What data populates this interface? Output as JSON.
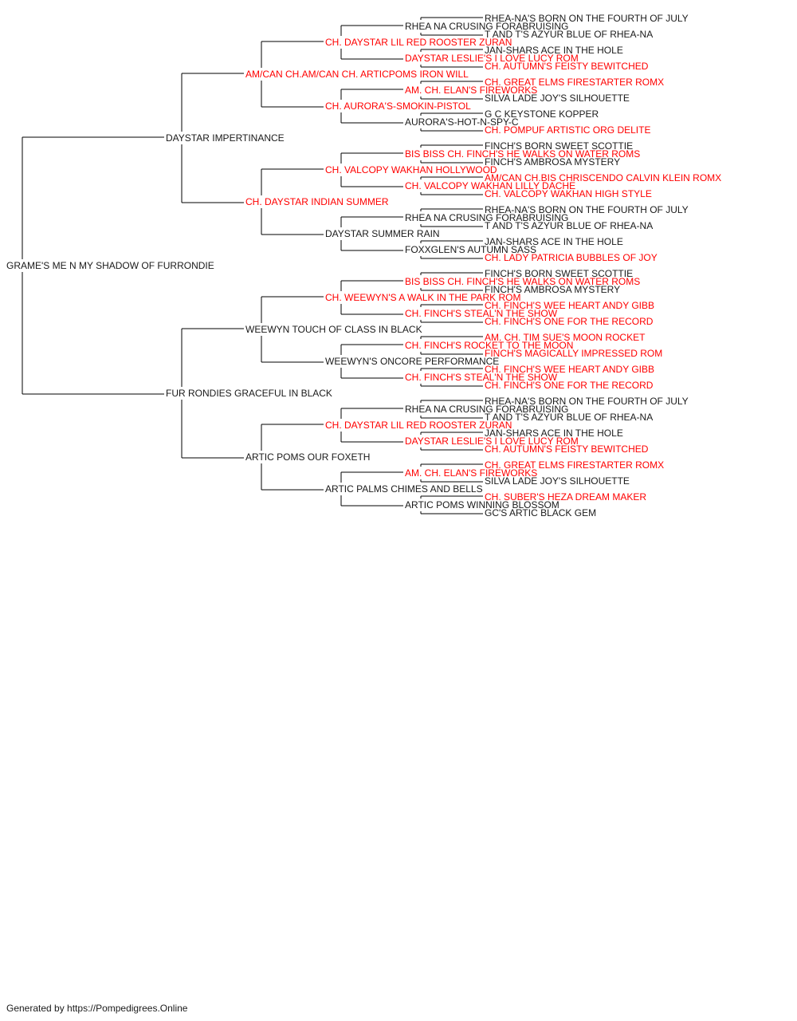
{
  "colors": {
    "champion": "#ff0000",
    "normal": "#1a1a1a",
    "line": "#000000"
  },
  "pedigree": {
    "name": "GRAME'S ME N MY SHADOW OF FURRONDIE",
    "champion": false,
    "sire": {
      "name": "DAYSTAR IMPERTINANCE",
      "champion": false,
      "sire": {
        "name": "AM/CAN CH.AM/CAN CH. ARTICPOMS IRON WILL",
        "champion": true,
        "sire": {
          "name": "CH. DAYSTAR LIL RED ROOSTER ZURAN",
          "champion": true,
          "sire": {
            "name": "RHEA NA CRUSING FORABRUISING",
            "champion": false,
            "sire": {
              "name": "RHEA-NA'S BORN ON THE FOURTH OF JULY",
              "champion": false
            },
            "dam": {
              "name": "T AND T'S AZYUR BLUE OF RHEA-NA",
              "champion": false
            }
          },
          "dam": {
            "name": "DAYSTAR LESLIE'S I LOVE LUCY ROM",
            "champion": true,
            "sire": {
              "name": "JAN-SHARS ACE IN THE HOLE",
              "champion": false
            },
            "dam": {
              "name": "CH. AUTUMN'S FEISTY BEWITCHED",
              "champion": true
            }
          }
        },
        "dam": {
          "name": "CH. AURORA'S-SMOKIN-PISTOL",
          "champion": true,
          "sire": {
            "name": "AM. CH. ELAN'S FIREWORKS",
            "champion": true,
            "sire": {
              "name": "CH. GREAT ELMS FIRESTARTER ROMX",
              "champion": true
            },
            "dam": {
              "name": "SILVA LADE JOY'S SILHOUETTE",
              "champion": false
            }
          },
          "dam": {
            "name": "AURORA'S-HOT-N-SPY-C",
            "champion": false,
            "sire": {
              "name": "G C KEYSTONE KOPPER",
              "champion": false
            },
            "dam": {
              "name": "CH. POMPUF ARTISTIC ORG DELITE",
              "champion": true
            }
          }
        }
      },
      "dam": {
        "name": "CH. DAYSTAR INDIAN SUMMER",
        "champion": true,
        "sire": {
          "name": "CH. VALCOPY WAKHAN HOLLYWOOD",
          "champion": true,
          "sire": {
            "name": "BIS BISS CH. FINCH'S HE WALKS ON WATER ROMS",
            "champion": true,
            "sire": {
              "name": "FINCH'S BORN SWEET SCOTTIE",
              "champion": false
            },
            "dam": {
              "name": "FINCH'S AMBROSA MYSTERY",
              "champion": false
            }
          },
          "dam": {
            "name": "CH. VALCOPY WAKHAN LILLY DACHE",
            "champion": true,
            "sire": {
              "name": "AM/CAN CH.BIS CHRISCENDO CALVIN KLEIN ROMX",
              "champion": true
            },
            "dam": {
              "name": "CH. VALCOPY WAKHAN HIGH STYLE",
              "champion": true
            }
          }
        },
        "dam": {
          "name": "DAYSTAR SUMMER RAIN",
          "champion": false,
          "sire": {
            "name": "RHEA NA CRUSING FORABRUISING",
            "champion": false,
            "sire": {
              "name": "RHEA-NA'S BORN ON THE FOURTH OF JULY",
              "champion": false
            },
            "dam": {
              "name": "T AND T'S AZYUR BLUE OF RHEA-NA",
              "champion": false
            }
          },
          "dam": {
            "name": "FOXXGLEN'S AUTUMN SASS",
            "champion": false,
            "sire": {
              "name": "JAN-SHARS ACE IN THE HOLE",
              "champion": false
            },
            "dam": {
              "name": "CH. LADY PATRICIA BUBBLES OF JOY",
              "champion": true
            }
          }
        }
      }
    },
    "dam": {
      "name": "FUR RONDIES GRACEFUL IN BLACK",
      "champion": false,
      "sire": {
        "name": "WEEWYN TOUCH OF CLASS IN BLACK",
        "champion": false,
        "sire": {
          "name": "CH. WEEWYN'S A WALK IN THE PARK ROM",
          "champion": true,
          "sire": {
            "name": "BIS BISS CH. FINCH'S HE WALKS ON WATER ROMS",
            "champion": true,
            "sire": {
              "name": "FINCH'S BORN SWEET SCOTTIE",
              "champion": false
            },
            "dam": {
              "name": "FINCH'S AMBROSA MYSTERY",
              "champion": false
            }
          },
          "dam": {
            "name": "CH. FINCH'S STEAL'N THE SHOW",
            "champion": true,
            "sire": {
              "name": "CH. FINCH'S WEE HEART ANDY GIBB",
              "champion": true
            },
            "dam": {
              "name": "CH. FINCH'S ONE FOR THE RECORD",
              "champion": true
            }
          }
        },
        "dam": {
          "name": "WEEWYN'S ONCORE PERFORMANCE",
          "champion": false,
          "sire": {
            "name": "CH. FINCH'S ROCKET TO THE MOON",
            "champion": true,
            "sire": {
              "name": "AM. CH. TIM SUE'S MOON ROCKET",
              "champion": true
            },
            "dam": {
              "name": "FINCH'S MAGICALLY IMPRESSED ROM",
              "champion": true
            }
          },
          "dam": {
            "name": "CH. FINCH'S STEAL'N THE SHOW",
            "champion": true,
            "sire": {
              "name": "CH. FINCH'S WEE HEART ANDY GIBB",
              "champion": true
            },
            "dam": {
              "name": "CH. FINCH'S ONE FOR THE RECORD",
              "champion": true
            }
          }
        }
      },
      "dam": {
        "name": "ARTIC POMS OUR FOXETH",
        "champion": false,
        "sire": {
          "name": "CH. DAYSTAR LIL RED ROOSTER ZURAN",
          "champion": true,
          "sire": {
            "name": "RHEA NA CRUSING FORABRUISING",
            "champion": false,
            "sire": {
              "name": "RHEA-NA'S BORN ON THE FOURTH OF JULY",
              "champion": false
            },
            "dam": {
              "name": "T AND T'S AZYUR BLUE OF RHEA-NA",
              "champion": false
            }
          },
          "dam": {
            "name": "DAYSTAR LESLIE'S I LOVE LUCY ROM",
            "champion": true,
            "sire": {
              "name": "JAN-SHARS ACE IN THE HOLE",
              "champion": false
            },
            "dam": {
              "name": "CH. AUTUMN'S FEISTY BEWITCHED",
              "champion": true
            }
          }
        },
        "dam": {
          "name": "ARTIC PALMS CHIMES AND BELLS",
          "champion": false,
          "sire": {
            "name": "AM. CH. ELAN'S FIREWORKS",
            "champion": true,
            "sire": {
              "name": "CH. GREAT ELMS FIRESTARTER ROMX",
              "champion": true
            },
            "dam": {
              "name": "SILVA LADE JOY'S SILHOUETTE",
              "champion": false
            }
          },
          "dam": {
            "name": "ARTIC POMS WINNING BLOSSOM",
            "champion": false,
            "sire": {
              "name": "CH. SUBER'S HEZA DREAM MAKER",
              "champion": true
            },
            "dam": {
              "name": "GC'S ARTIC BLACK GEM",
              "champion": false
            }
          }
        }
      }
    }
  },
  "footer": "Generated by https://Pompedigrees.Online"
}
